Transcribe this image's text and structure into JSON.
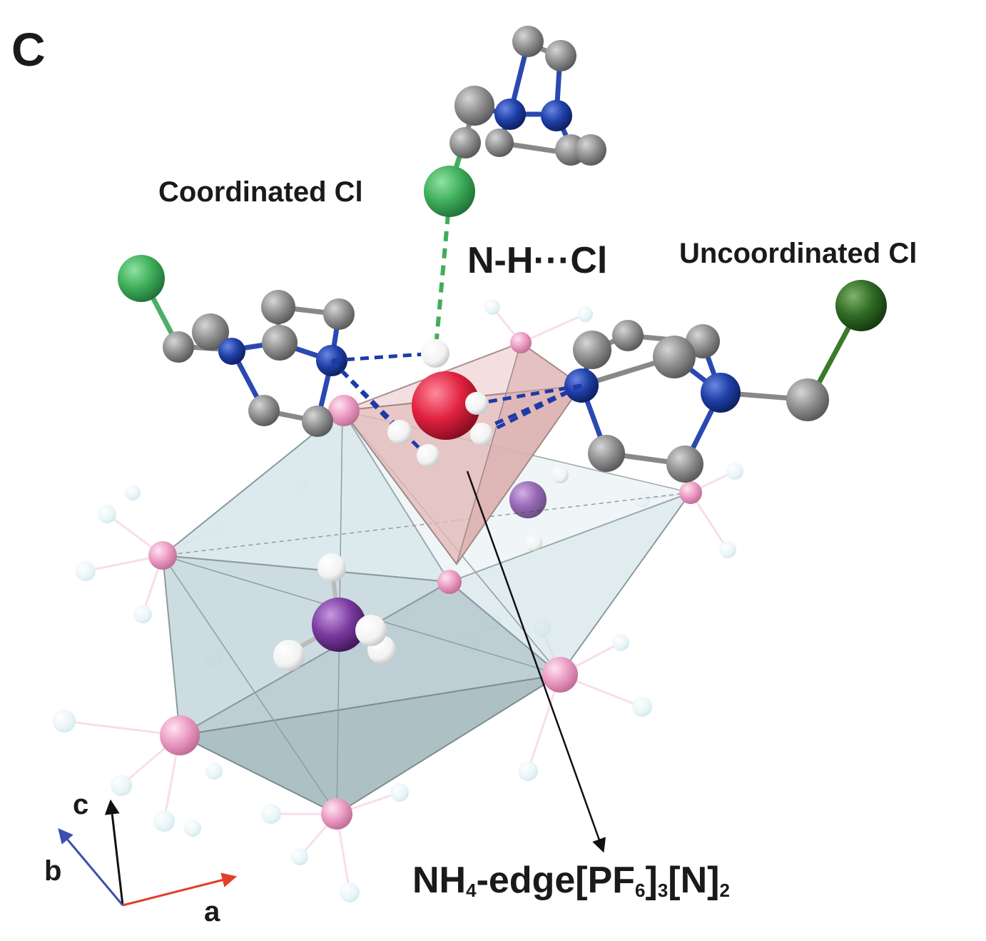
{
  "panel_label": "C",
  "labels": {
    "coordinated": "Coordinated Cl",
    "hbond": "N-H···Cl",
    "uncoordinated": "Uncoordinated Cl",
    "cluster_main_1": "NH",
    "cluster_sub_1": "4",
    "cluster_main_2": "-edge[PF",
    "cluster_sub_2": "6",
    "cluster_main_3": "]",
    "cluster_sub_3": "3",
    "cluster_main_4": "[N]",
    "cluster_sub_4": "2"
  },
  "axes": {
    "c": "c",
    "b": "b",
    "a": "a"
  },
  "colors": {
    "carbon": "#8c8c8c",
    "nitrogen": "#1f3fa8",
    "chlorine": "#3fae5a",
    "chlorine_dark": "#2f6a24",
    "hydrogen": "#ffffff",
    "oxygen": "#e0213f",
    "nitrogen_nh4": "#7a3aa0",
    "phosphorus": "#ec9cc4",
    "fluorine": "#d8eef3",
    "polyhedron_blue": "#c6dadf",
    "polyhedron_pink": "#e9c3c3",
    "axis_a": "#e0402a",
    "axis_b": "#3d4fb0",
    "axis_c": "#111111"
  }
}
